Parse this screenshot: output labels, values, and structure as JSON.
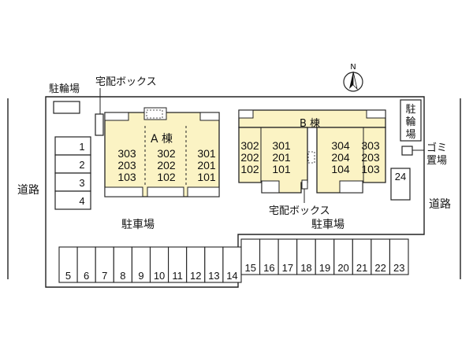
{
  "labels": {
    "bicycle_top": "駐輪場",
    "bicycle_right": [
      "駐",
      "輪",
      "場"
    ],
    "delivery_box": "宅配ボックス",
    "garbage": [
      "ゴミ",
      "置場"
    ],
    "road": "道路",
    "parking": "駐車場",
    "north": "N"
  },
  "building_a": {
    "name": "A 棟",
    "columns": [
      [
        "303",
        "203",
        "103"
      ],
      [
        "302",
        "202",
        "102"
      ],
      [
        "301",
        "201",
        "101"
      ]
    ]
  },
  "building_b": {
    "name": "B 棟",
    "columns": [
      [
        "302",
        "202",
        "102"
      ],
      [
        "301",
        "201",
        "101"
      ],
      [
        "304",
        "204",
        "104"
      ],
      [
        "303",
        "203",
        "103"
      ]
    ]
  },
  "parking_spaces": {
    "left_column": [
      "1",
      "2",
      "3",
      "4"
    ],
    "bottom_left": [
      "5",
      "6",
      "7",
      "8",
      "9",
      "10",
      "11",
      "12",
      "13",
      "14"
    ],
    "bottom_right": [
      "15",
      "16",
      "17",
      "18",
      "19",
      "20",
      "21",
      "22",
      "23"
    ],
    "right_single": "24"
  },
  "colors": {
    "building_fill": "#fbf3c4",
    "line": "#222222"
  }
}
